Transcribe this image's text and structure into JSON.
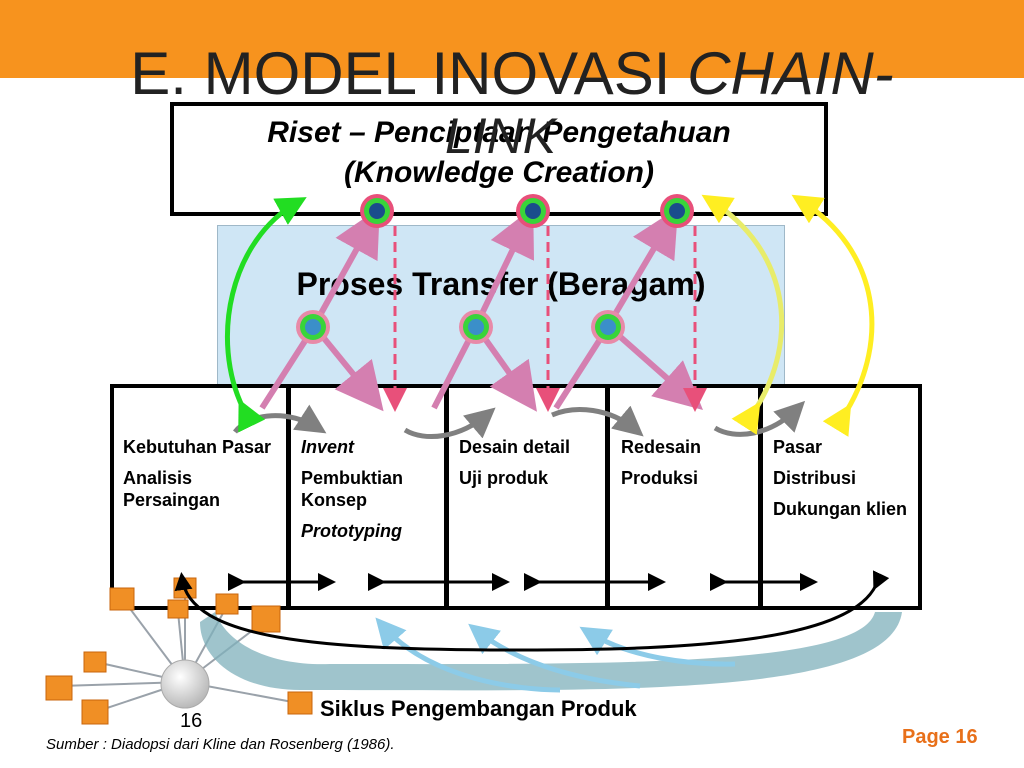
{
  "slide": {
    "title_part1": "E. MODEL INOVASI ",
    "title_part2": "CHAIN-",
    "title_part3": "LINK",
    "slide_number": "16",
    "page_label": "Page 16",
    "source": "Sumber : Diadopsi dari Kline dan Rosenberg (1986)."
  },
  "research": {
    "line1": "Riset – Penciptaan Pengetahuan",
    "line2": "(Knowledge Creation)"
  },
  "transfer": {
    "label": "Proses Transfer (Beragam)"
  },
  "stages": [
    {
      "lines": [
        {
          "text": "Kebutuhan Pasar",
          "italic": false
        },
        {
          "text": "Analisis Persaingan",
          "italic": false
        }
      ]
    },
    {
      "lines": [
        {
          "text": "Invent",
          "italic": true
        },
        {
          "text": "Pembuktian Konsep",
          "italic": false
        },
        {
          "text": "Prototyping",
          "italic": true
        }
      ]
    },
    {
      "lines": [
        {
          "text": "Desain detail",
          "italic": false
        },
        {
          "text": "Uji produk",
          "italic": false
        }
      ]
    },
    {
      "lines": [
        {
          "text": "Redesain",
          "italic": false
        },
        {
          "text": "Produksi",
          "italic": false
        }
      ]
    },
    {
      "lines": [
        {
          "text": "Pasar",
          "italic": false
        },
        {
          "text": "Distribusi",
          "italic": false
        },
        {
          "text": "Dukungan klien",
          "italic": false
        }
      ]
    }
  ],
  "cycle_caption": "Siklus Pengembangan Produk",
  "colors": {
    "header_bar": "#f7931e",
    "transfer_bg": "#cfe6f5",
    "link_arrow": "#d47fb0",
    "dashed_arrow": "#e8507a",
    "node_ring": "#e8507a",
    "node_inner": "#39d43a",
    "node_core_top": "#1a4d8c",
    "node_core_bottom": "#3b8fc9",
    "left_feedback": "#22dd22",
    "right_feedback": "#ffee22",
    "stage_arrow": "#808080",
    "return_arrow": "#8ccbe8",
    "page_label": "#e8701a"
  },
  "icons": {
    "network_graphic": "orange-cube-network-icon"
  }
}
